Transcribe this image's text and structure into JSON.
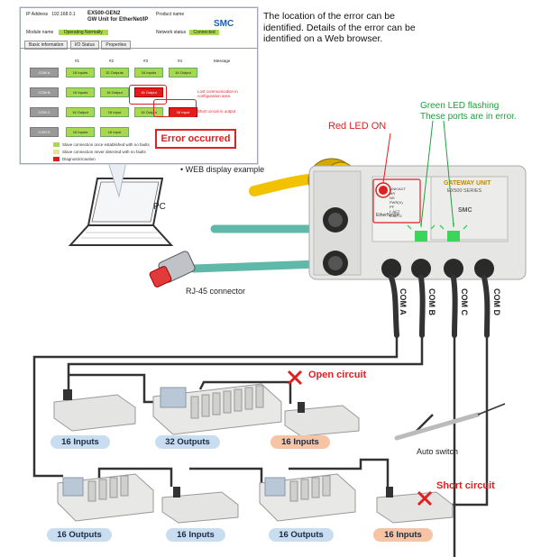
{
  "web_display": {
    "ip_label": "IP Address",
    "ip_value": "192.168.0.1",
    "title_line1": "EX500-GEN2",
    "title_line2": "GW Unit for EtherNet/IP",
    "product_name": "Product name",
    "module_name_label": "Module name",
    "module_name_value": "Operating Normally",
    "network_status_label": "Network status",
    "network_status_value": "Connected",
    "logo": "SMC",
    "tabs": [
      "Basic information",
      "I/O Status",
      "Properties"
    ],
    "columns": [
      "#1",
      "#2",
      "#3",
      "#4"
    ],
    "message_header": "Message",
    "rows": [
      {
        "com": "COM A",
        "cells": [
          "16 Inputs",
          "32 Outputs",
          "16 Inputs",
          "16 Output"
        ],
        "message": ""
      },
      {
        "com": "COM B",
        "cells": [
          "16 Inputs",
          "16 Output",
          "16 Output",
          ""
        ],
        "message": "Lost communication in configuration area"
      },
      {
        "com": "COM C",
        "cells": [
          "16 Output",
          "16 Input",
          "16 Output",
          "16 Input"
        ],
        "message": "Short circuit in output"
      },
      {
        "com": "COM D",
        "cells": [
          "16 Inputs",
          "16 Input",
          "",
          ""
        ],
        "message": ""
      }
    ],
    "legend": [
      "Slave connection once established with no faults",
      "Slave connection never detected with no faults",
      "Diagnostic/caution"
    ],
    "error_label": "Error occurred"
  },
  "caption": "• WEB display example",
  "description": "The location of the error can be identified. Details of the error can be identified on a Web browser.",
  "labels": {
    "pc": "PC",
    "rj45": "RJ-45 connector",
    "red_led": "Red LED ON",
    "green_led_line1": "Green LED flashing",
    "green_led_line2": "These ports are in error.",
    "gateway_title": "GATEWAY UNIT",
    "gateway_series": "EX500 SERIES",
    "gateway_logo": "SMC",
    "gateway_protocol": "EtherNet/IP",
    "led_labels": [
      "LINK/ACT",
      "MS",
      "NS",
      "PWR(V)",
      "PF",
      "L.ACT",
      "L.ACT2"
    ],
    "com_ports": [
      "COM A",
      "COM B",
      "COM C",
      "COM D"
    ],
    "open_circuit": "Open circuit",
    "short_circuit": "Short circuit",
    "auto_switch": "Auto switch"
  },
  "modules": [
    {
      "label": "16 Inputs",
      "state": "normal"
    },
    {
      "label": "32 Outputs",
      "state": "normal"
    },
    {
      "label": "16 Inputs",
      "state": "error"
    },
    {
      "label": "16 Outputs",
      "state": "normal"
    },
    {
      "label": "16 Inputs",
      "state": "normal"
    },
    {
      "label": "16 Outputs",
      "state": "normal"
    },
    {
      "label": "16 Inputs",
      "state": "error"
    }
  ],
  "colors": {
    "error_red": "#e02020",
    "led_green": "#1aa13a",
    "badge_blue": "#c9ddf0",
    "badge_orange": "#f6c4a2",
    "teal_cable": "#5fb8a8",
    "yellow_cable": "#f2c200"
  }
}
